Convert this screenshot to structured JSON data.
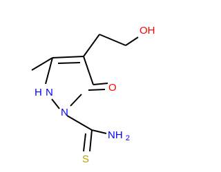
{
  "molecule": {
    "atoms": {
      "hydroxyl": {
        "label": "OH",
        "color": "#FF0000"
      },
      "ring_nh": {
        "label": "H",
        "element": "N",
        "color": "#0000FF"
      },
      "ring_n1": {
        "label": "N",
        "color": "#0000FF"
      },
      "carbonyl_o": {
        "label": "O",
        "color": "#FF0000"
      },
      "thio_s": {
        "label": "S",
        "color": "#B8A000"
      },
      "amine": {
        "label": "NH",
        "subscript": "2",
        "color": "#0000FF"
      }
    },
    "bond_color": "#000000"
  }
}
